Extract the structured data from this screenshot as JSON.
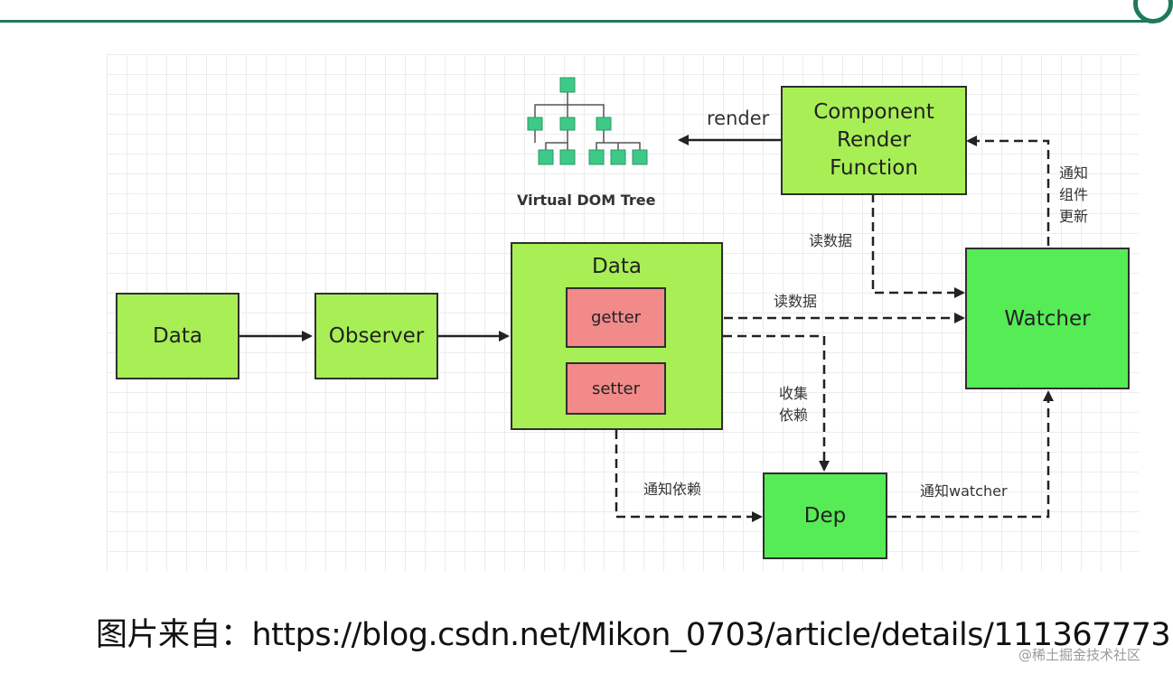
{
  "diagram": {
    "vdom_label": "Virtual DOM Tree",
    "render_label": "render",
    "component_render_function": "Component\nRender\nFunction",
    "watcher": "Watcher",
    "data_left": "Data",
    "observer": "Observer",
    "data_container": "Data",
    "getter": "getter",
    "setter": "setter",
    "dep": "Dep",
    "edge_read_data_top": "读数据",
    "edge_read_data_getter": "读数据",
    "edge_notify_update": "通知\n组件\n更新",
    "edge_collect_deps": "收集\n依赖",
    "edge_notify_deps": "通知依赖",
    "edge_notify_watcher": "通知watcher"
  },
  "caption": "图片来自：https://blog.csdn.net/Mikon_0703/article/details/111367773",
  "watermark": "@稀土掘金技术社区",
  "colors": {
    "light_green": "#a8ef55",
    "bright_green": "#55ec55",
    "pink": "#f28a8a",
    "tree_teal": "#3dc987",
    "header_bar": "#1e7a5a"
  }
}
